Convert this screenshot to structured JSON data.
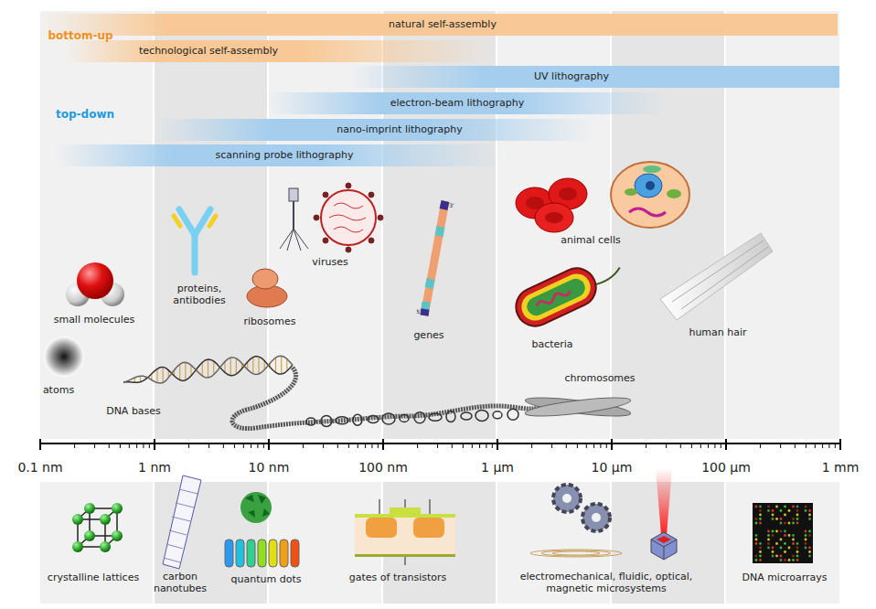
{
  "diagram": {
    "nodes": [
      {
        "text": [
          "natural self-assembly"
        ]
      },
      {
        "text": [
          "technological self-assembly"
        ]
      },
      {
        "text": [
          "UV lithography"
        ]
      },
      {
        "text": [
          "electron-beam lithography"
        ]
      },
      {
        "text": [
          "nano-imprint lithography"
        ]
      },
      {
        "text": [
          "scanning probe lithography"
        ]
      }
    ],
    "labels": [
      "bottom-up",
      "top-down",
      "small molecules",
      "atoms",
      "proteins, antibodies",
      "ribosomes",
      "viruses",
      "genes",
      "3'",
      "5'",
      "DNA bases",
      "animal cells",
      "bacteria",
      "chromosomes",
      "human hair",
      "0.1 nm",
      "1 nm",
      "10 nm",
      "100 nm",
      "1 µm",
      "10 µm",
      "100 µm",
      "1 mm",
      "crystalline lattices",
      "carbon nanotubes",
      "quantum dots",
      "gates of transistors",
      "electromechanical, fluidic, optical, magnetic microsystems",
      "DNA microarrays"
    ]
  }
}
